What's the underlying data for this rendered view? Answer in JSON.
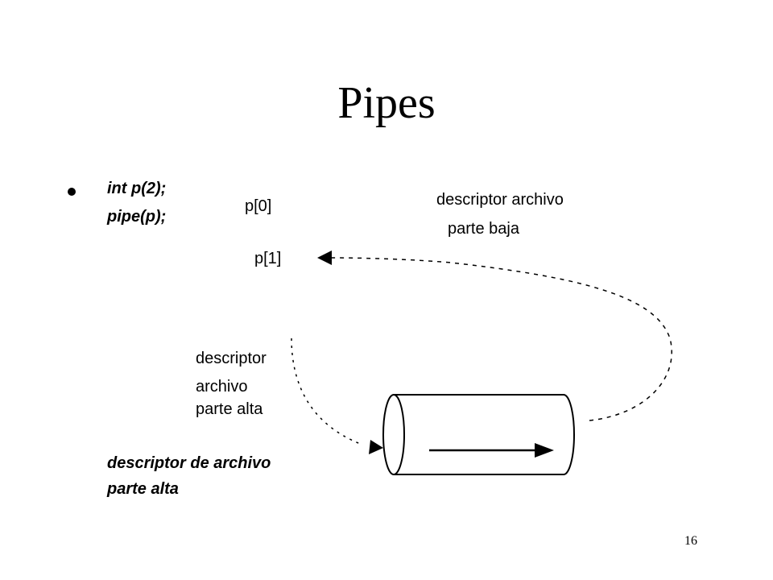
{
  "slide": {
    "title": "Pipes",
    "page_number": "16"
  },
  "code": {
    "line1": "int p(2);",
    "line2": "pipe(p);"
  },
  "labels": {
    "p0": "p[0]",
    "p1": "p[1]",
    "read_end_line1": "descriptor archivo",
    "read_end_line2": "parte  baja",
    "write_end_line1": "descriptor",
    "write_end_line2": "archivo",
    "write_end_line3": "parte alta",
    "bottom_line1": "descriptor de archivo",
    "bottom_line2": "parte alta"
  }
}
